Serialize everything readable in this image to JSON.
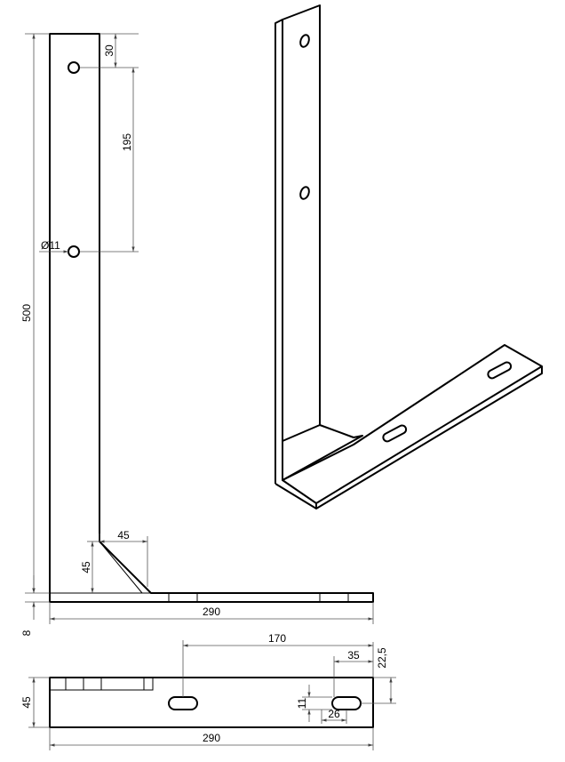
{
  "dimensions": {
    "height_total": "500",
    "top_to_first_hole": "30",
    "hole_spacing": "195",
    "hole_diameter": "Ø11",
    "gusset_horizontal": "45",
    "gusset_vertical": "45",
    "base_length": "290",
    "thickness": "8",
    "slot_offset_far": "170",
    "slot_offset_near": "35",
    "slot_center_from_edge": "22,5",
    "width": "45",
    "slot_width": "11",
    "slot_length": "26",
    "bottom_length": "290"
  }
}
